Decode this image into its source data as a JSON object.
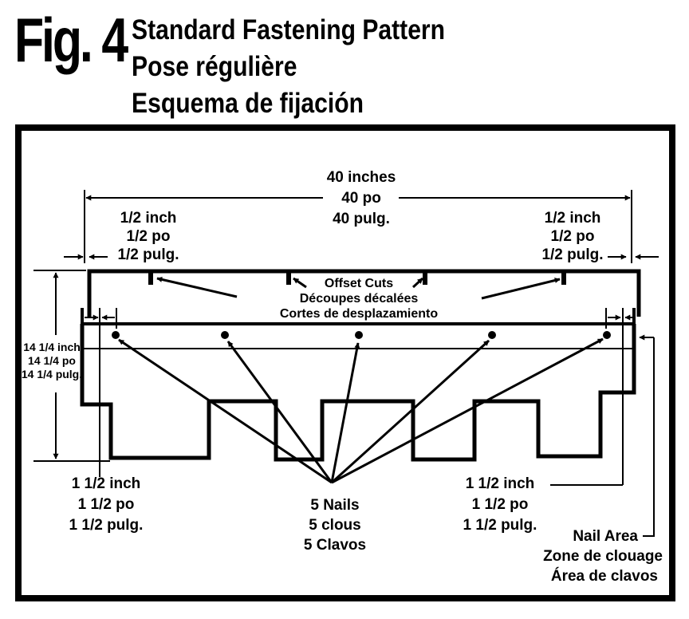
{
  "header": {
    "figure_label": "Fig. 4",
    "title_en": "Standard Fastening Pattern",
    "title_fr": "Pose régulière",
    "title_es": "Esquema de fijación"
  },
  "width_label": [
    "40 inches",
    "40 po",
    "40 pulg."
  ],
  "edge_offset_left": [
    "1/2 inch",
    "1/2 po",
    "1/2 pulg."
  ],
  "edge_offset_right": [
    "1/2 inch",
    "1/2 po",
    "1/2 pulg."
  ],
  "offset_cuts": [
    "Offset Cuts",
    "Découpes décalées",
    "Cortes de desplazamiento"
  ],
  "height_label": [
    "14 1/4 inch",
    "14 1/4 po",
    "14 1/4 pulg."
  ],
  "nail_inset_left": [
    "1 1/2 inch",
    "1 1/2 po",
    "1 1/2 pulg."
  ],
  "nail_inset_right": [
    "1 1/2 inch",
    "1 1/2 po",
    "1 1/2 pulg."
  ],
  "nails": [
    "5 Nails",
    "5 clous",
    "5 Clavos"
  ],
  "nail_area": [
    "Nail Area",
    "Zone de clouage",
    "Área de clavos"
  ]
}
